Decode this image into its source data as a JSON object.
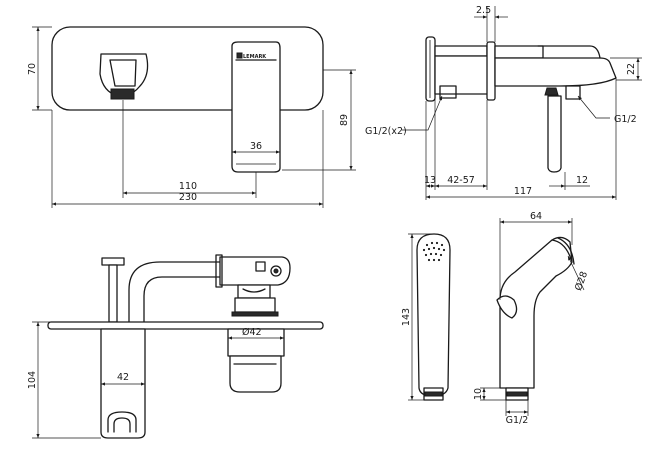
{
  "brand_logo": "LEMARK",
  "dimensions": {
    "front_height": "70",
    "front_spout_depth": "89",
    "front_spout_width": "36",
    "front_center_distance": "110",
    "front_total_width": "230",
    "side_wall_gap": "2.5",
    "side_spout_height": "22",
    "side_inlet_thread": "G1/2(x2)",
    "side_outlet_thread": "G1/2",
    "side_plate_depth": "13",
    "side_wall_range": "42-57",
    "side_handle_offset": "12",
    "side_total_depth": "117",
    "top_body_diameter": "Ø42",
    "top_holder_width": "42",
    "top_holder_height": "104",
    "shower_total_height": "143",
    "shower_total_depth": "64",
    "shower_head_diameter": "Ø28",
    "shower_thread_length": "10",
    "shower_thread": "G1/2"
  }
}
